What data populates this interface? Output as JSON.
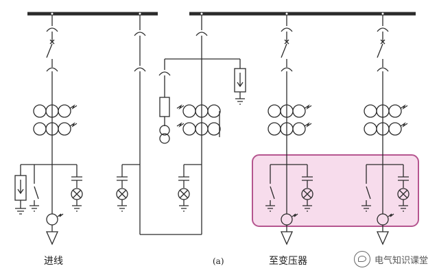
{
  "labels": {
    "incoming": "进线",
    "figure": "(a)",
    "to_transformer": "至变压器"
  },
  "watermark": {
    "text": "电气知识课堂",
    "icon": "wechat-icon"
  },
  "colors": {
    "line": "#2b2b2b",
    "highlight_stroke": "#b5558f",
    "highlight_fill": "#f7dcec"
  },
  "branches": [
    {
      "id": "incoming",
      "has_label": true
    },
    {
      "id": "bus-coupler",
      "has_label": false
    },
    {
      "id": "voltage-transformer",
      "has_label": false
    },
    {
      "id": "to-transformer-1",
      "has_label": true
    },
    {
      "id": "to-transformer-2",
      "has_label": false
    }
  ]
}
